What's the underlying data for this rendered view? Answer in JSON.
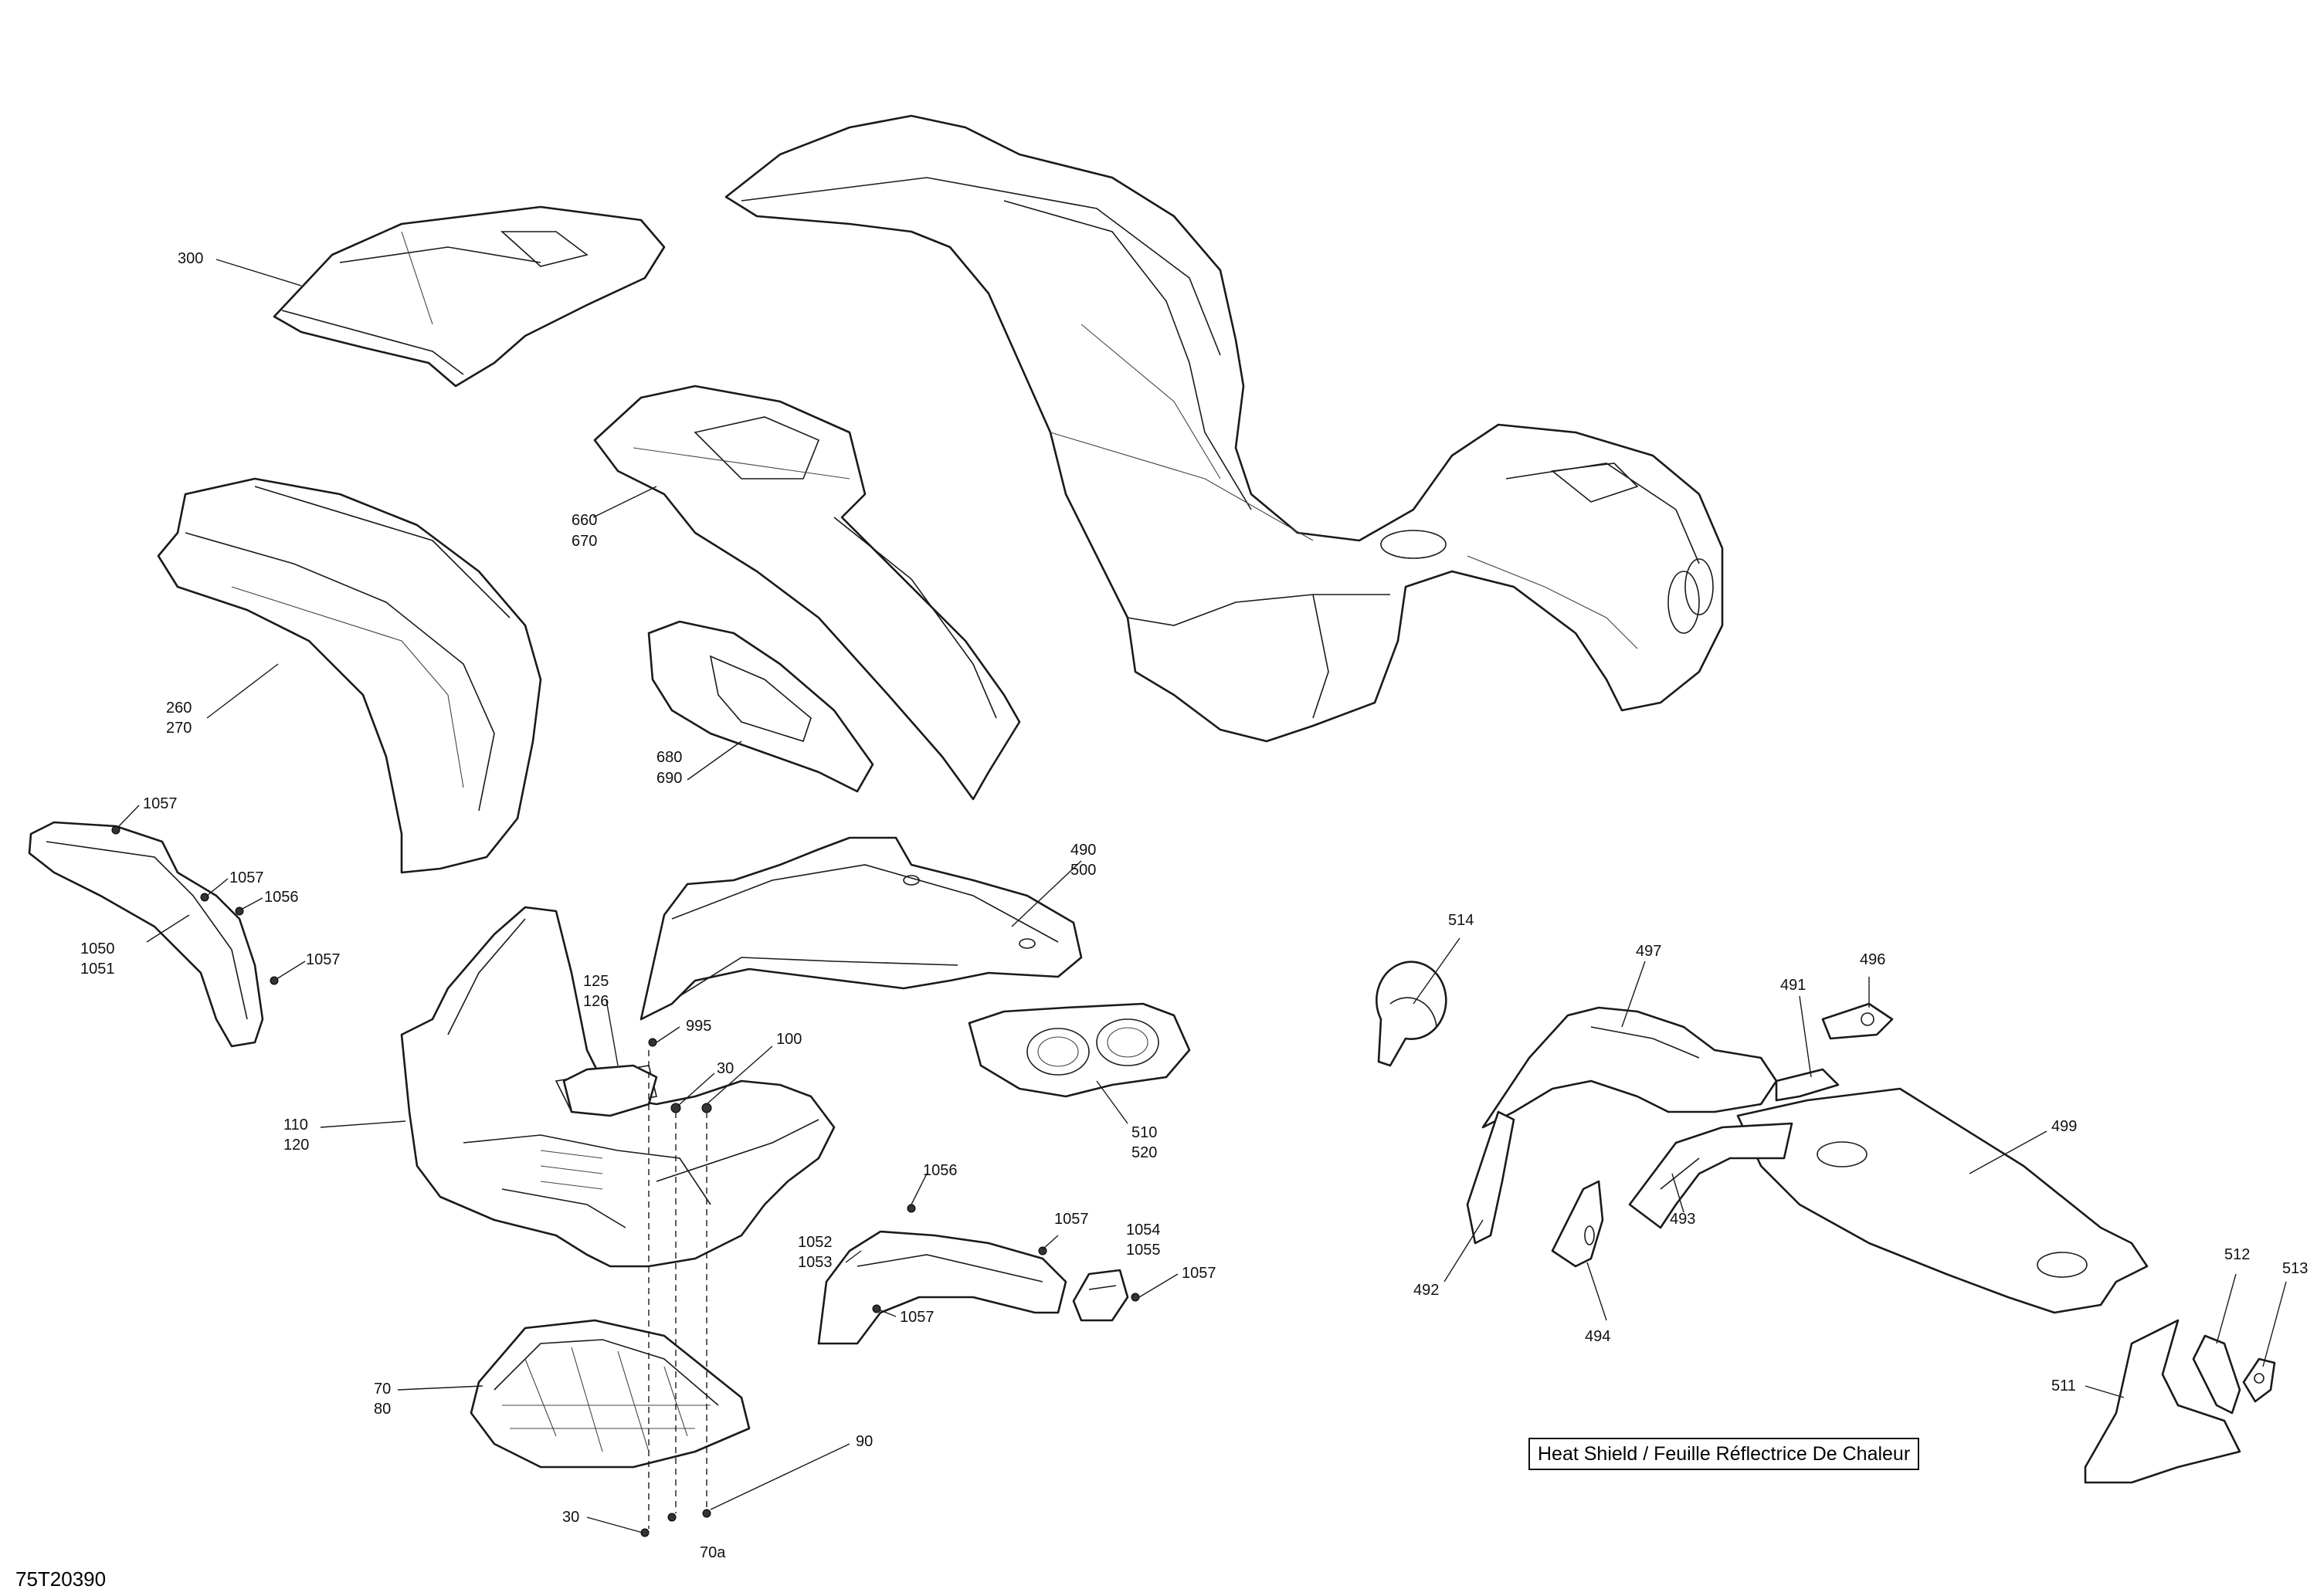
{
  "drawing_number": "75T20390",
  "caption": "Heat Shield / Feuille Réflectrice De Chaleur",
  "callouts": {
    "c300": "300",
    "c660": "660",
    "c670": "670",
    "c260": "260",
    "c270": "270",
    "c680": "680",
    "c690": "690",
    "c1057a": "1057",
    "c1057b": "1057",
    "c1056a": "1056",
    "c1050": "1050",
    "c1051": "1051",
    "c1057c": "1057",
    "c490": "490",
    "c500": "500",
    "c125": "125",
    "c126": "126",
    "c995": "995",
    "c100": "100",
    "c30a": "30",
    "c110": "110",
    "c120": "120",
    "c510": "510",
    "c520": "520",
    "c1056b": "1056",
    "c1052": "1052",
    "c1053": "1053",
    "c1057d": "1057",
    "c1054": "1054",
    "c1055": "1055",
    "c1057e": "1057",
    "c1057f": "1057",
    "c70": "70",
    "c80": "80",
    "c90": "90",
    "c30b": "30",
    "c70a": "70a",
    "c514": "514",
    "c497": "497",
    "c491": "491",
    "c496": "496",
    "c499": "499",
    "c493": "493",
    "c492": "492",
    "c494": "494",
    "c512": "512",
    "c513": "513",
    "c511": "511"
  }
}
